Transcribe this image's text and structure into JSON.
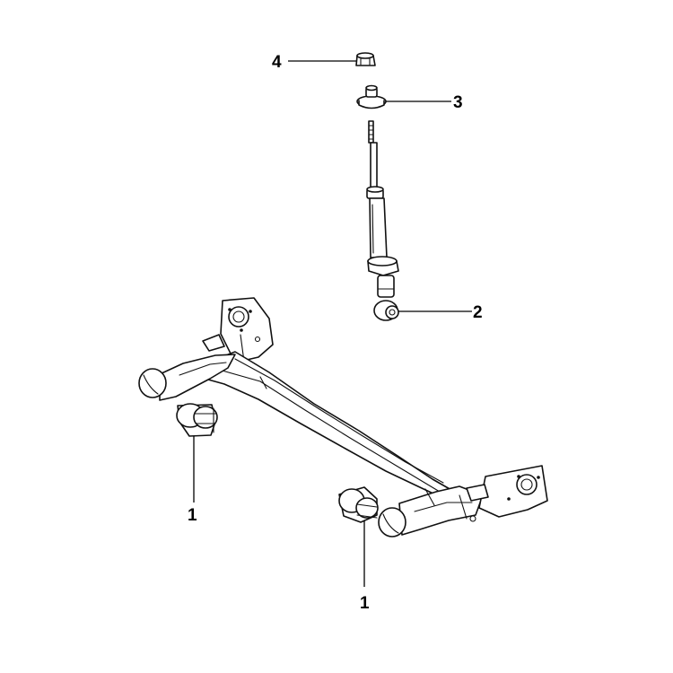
{
  "callouts": {
    "bushing_left": "1",
    "bushing_right": "1",
    "shock_absorber": "2",
    "mount_seat": "3",
    "cap_nut": "4"
  },
  "parts": [
    {
      "callout": "1",
      "icon": "bushing-icon"
    },
    {
      "callout": "2",
      "icon": "shock-absorber-icon"
    },
    {
      "callout": "3",
      "icon": "mount-seat-icon"
    },
    {
      "callout": "4",
      "icon": "cap-nut-icon"
    }
  ],
  "colors": {
    "line": "#111111",
    "background": "#ffffff"
  }
}
